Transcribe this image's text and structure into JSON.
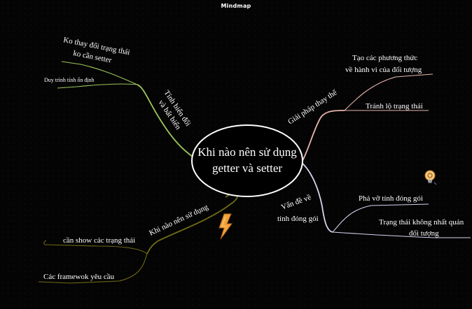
{
  "title": "Mindmap",
  "center": {
    "line1": "Khi nào nên sử dụng",
    "line2": "getter và setter"
  },
  "branches": {
    "top_left": {
      "label_line1": "Tính biến đổi",
      "label_line2": "và bất biến",
      "color": "#9bc55a",
      "items": {
        "ko_thay_doi_line1": "Ko thay đổi trạng thái",
        "ko_thay_doi_line2": "ko cần setter",
        "duy_trinh": "Duy trình tính ổn định"
      }
    },
    "bottom_left": {
      "label": "Khi nào nên sử dụng",
      "color": "#6f6a16",
      "items": {
        "can_show": "cần show các trạng thái",
        "framework": "Các framewok yêu cầu"
      }
    },
    "top_right": {
      "label": "Giải pháp thay thế",
      "color": "#e7b5ad",
      "items": {
        "tao_cac_line1": "Tạo các phương thức",
        "tao_cac_line2": "về hành vi của đối tượng",
        "tranh_lo": "Tránh lộ trạng thái"
      }
    },
    "bottom_right": {
      "label_line1": "Vấn đề về",
      "label_line2": "tính đóng gói",
      "color": "#d9d4ee",
      "items": {
        "pha_vo": "Phá vỡ tính đóng gói",
        "trang_thai_line1": "Trạng thái không nhất quán",
        "trang_thai_line2": "đối tượng"
      }
    }
  },
  "icons": {
    "idea": "lightbulb-gear-icon",
    "bolt": "lightning-bolt-icon"
  },
  "colors": {
    "background": "#040404",
    "text": "#ffffff",
    "center_fill": "#000000",
    "center_stroke": "#ffffff"
  }
}
